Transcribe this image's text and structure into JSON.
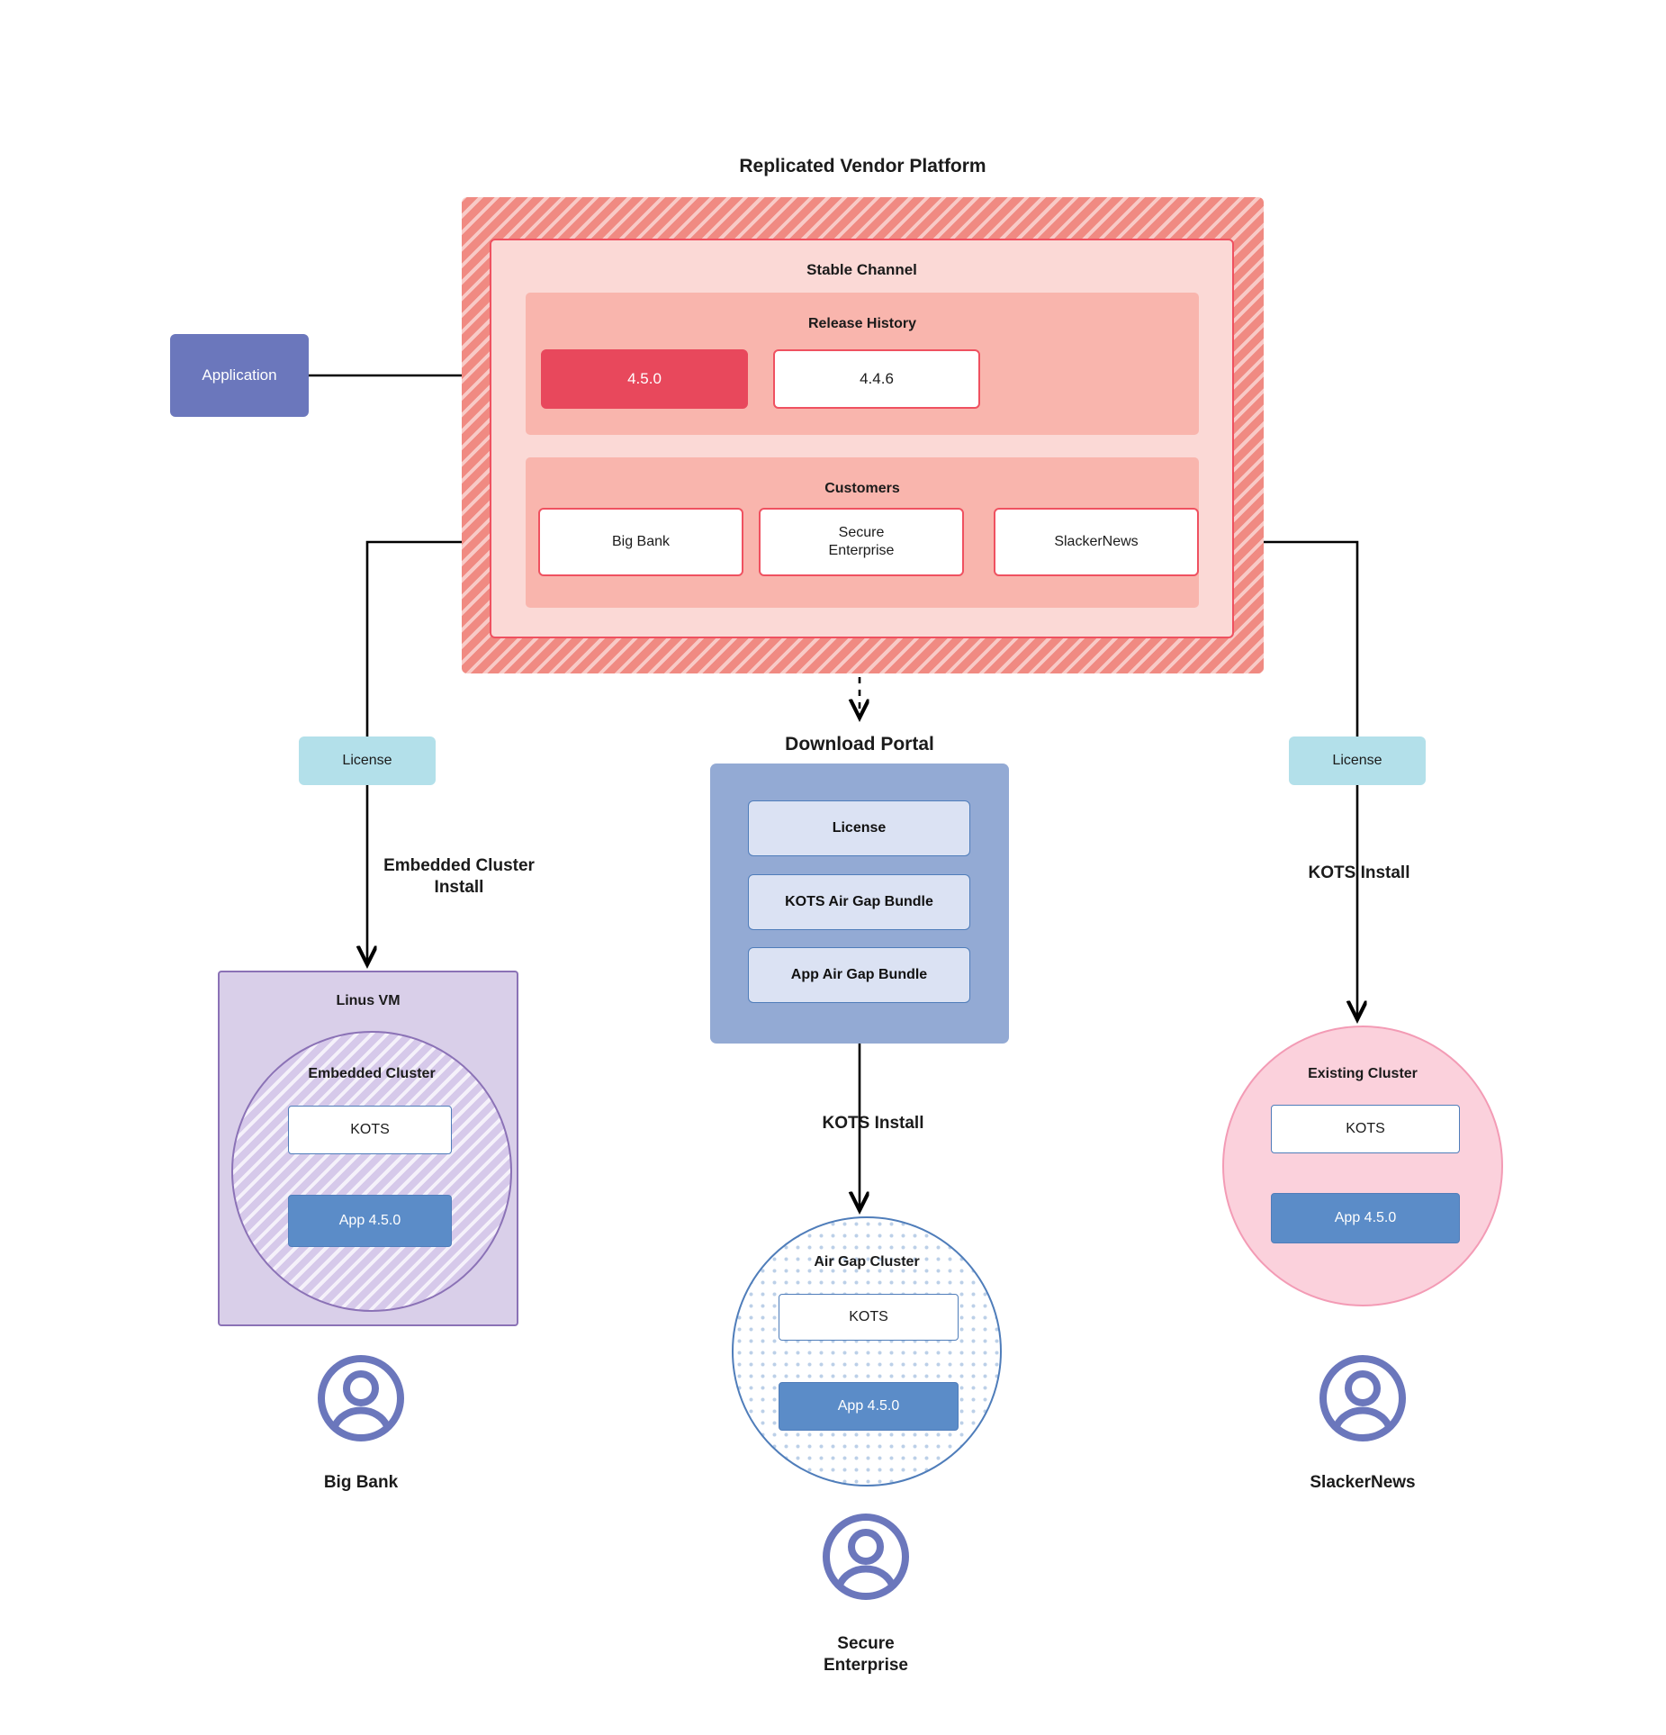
{
  "platform": {
    "title": "Replicated Vendor Platform",
    "channel_title": "Stable Channel",
    "release_history": {
      "title": "Release History",
      "releases": [
        {
          "version": "4.5.0",
          "state": "current"
        },
        {
          "version": "4.4.6",
          "state": "previous"
        }
      ]
    },
    "customers": {
      "title": "Customers",
      "items": [
        {
          "name": "Big Bank"
        },
        {
          "name": "Secure\nEnterprise"
        },
        {
          "name": "SlackerNews"
        }
      ]
    }
  },
  "application": {
    "label": "Application"
  },
  "licenses": {
    "left_label": "License",
    "right_label": "License"
  },
  "flows": {
    "embedded_install": "Embedded Cluster\nInstall",
    "kots_install_right": "KOTS Install",
    "kots_install_middle": "KOTS Install"
  },
  "download_portal": {
    "title": "Download  Portal",
    "items": [
      {
        "label": "License"
      },
      {
        "label": "KOTS Air Gap Bundle"
      },
      {
        "label": "App Air Gap Bundle"
      }
    ]
  },
  "linux_vm": {
    "title": "Linus VM",
    "cluster_title": "Embedded Cluster",
    "kots_label": "KOTS",
    "app_label": "App 4.5.0"
  },
  "air_gap_cluster": {
    "title": "Air Gap Cluster",
    "kots_label": "KOTS",
    "app_label": "App 4.5.0"
  },
  "existing_cluster": {
    "title": "Existing Cluster",
    "kots_label": "KOTS",
    "app_label": "App 4.5.0"
  },
  "actors": [
    {
      "name": "Big Bank",
      "icon": "user-avatar-icon"
    },
    {
      "name": "Secure\nEnterprise",
      "icon": "user-avatar-icon"
    },
    {
      "name": "SlackerNews",
      "icon": "user-avatar-icon"
    }
  ],
  "colors": {
    "platform_hatch": "#f08a82",
    "channel_bg": "#fbd9d6",
    "channel_border": "#ef5160",
    "section_bg": "#f9b5ad",
    "release_current": "#e8485c",
    "application": "#6b77bc",
    "license_chip": "#b3e0ea",
    "portal_bg": "#93aad4",
    "portal_item": "#dbe2f3",
    "vm_purple": "#d9cfe9",
    "vm_border": "#8b72b6",
    "app_blue": "#5b8cc8",
    "cluster_border_blue": "#4f7dba",
    "existing_pink": "#fbd1dc",
    "existing_pink_border": "#f39bb5",
    "avatar": "#6b77bc"
  }
}
